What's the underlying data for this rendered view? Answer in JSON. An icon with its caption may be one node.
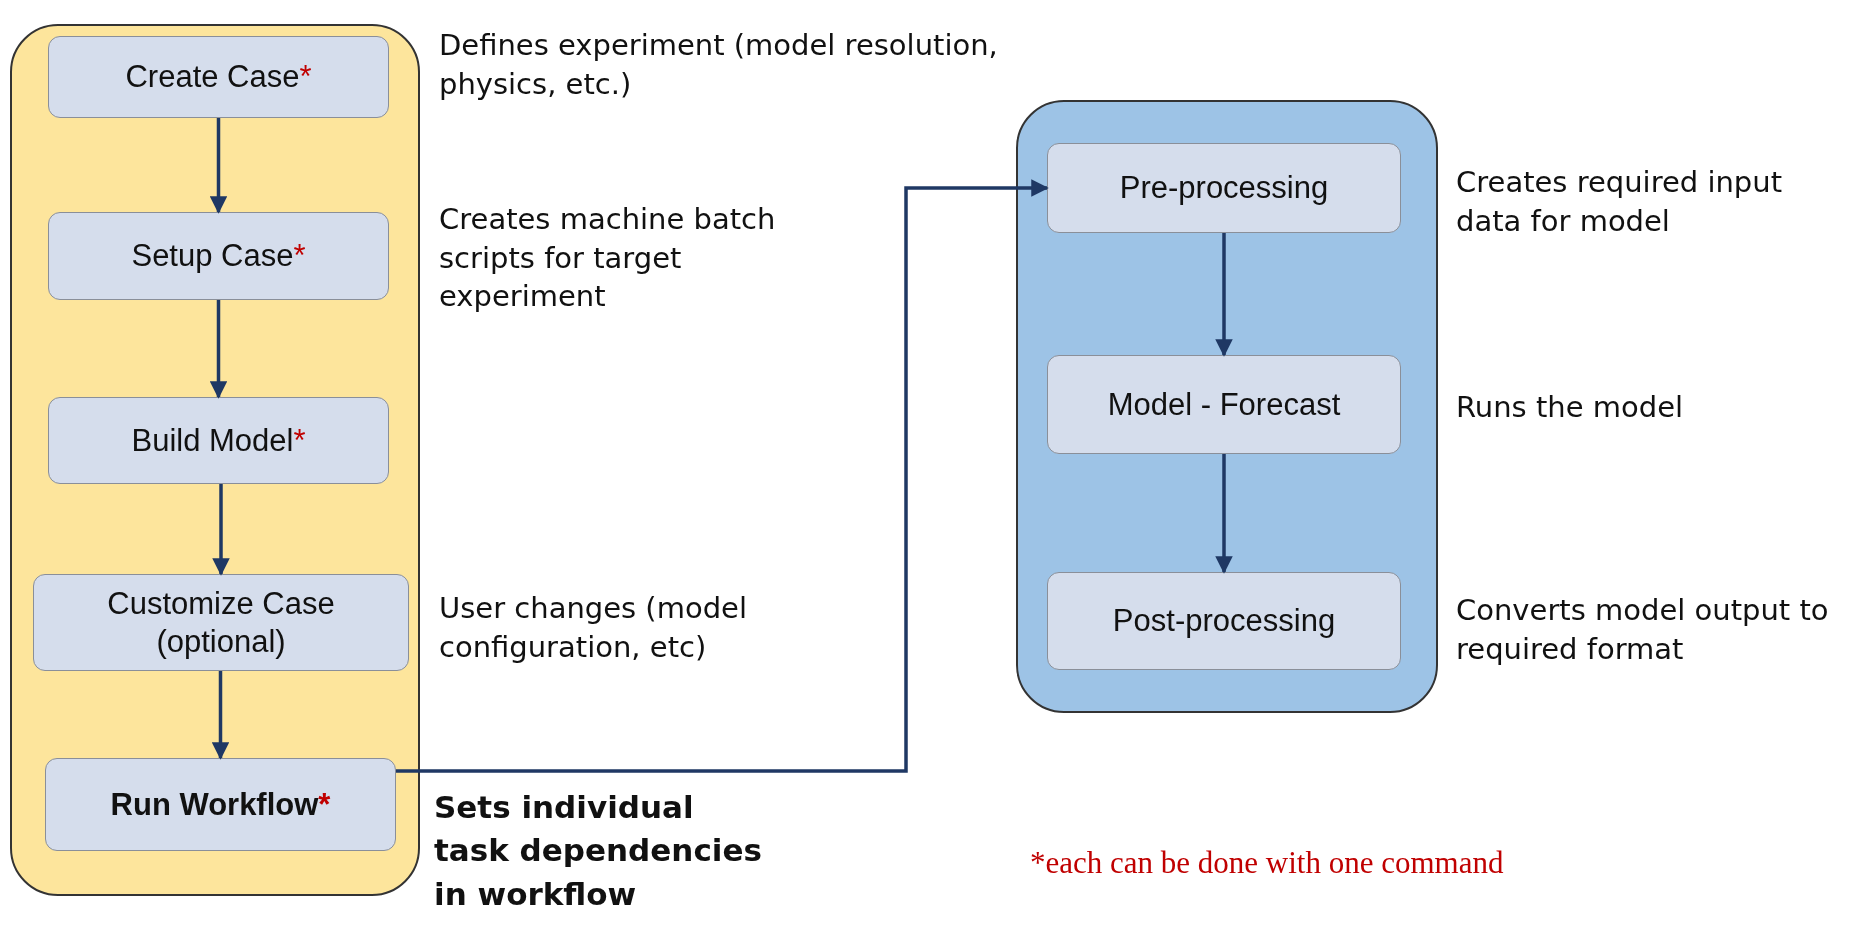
{
  "diagram": {
    "nodes": [
      {
        "text": [],
        "shape": "box"
      },
      {
        "text": [
          "Create Case",
          "*"
        ],
        "in": 0,
        "beside": [
          "Defines experiment (model resolution, physics, etc.)"
        ]
      },
      {
        "text": [
          "Setup Case",
          "*"
        ],
        "in": 0,
        "beside": [
          "Creates machine batch scripts for target experiment"
        ]
      },
      {
        "text": [
          "Build Model",
          "*"
        ],
        "in": 0
      },
      {
        "text": [
          "Customize Case (optional)"
        ],
        "in": 0,
        "beside": [
          "User changes (model configuration, etc)"
        ]
      },
      {
        "text": [
          "Run Workflow",
          "*"
        ],
        "in": 0,
        "beside": [
          "Sets individual task dependencies in workflow"
        ]
      },
      {
        "text": [],
        "shape": "box"
      },
      {
        "text": [
          "Pre-processing"
        ],
        "in": 6,
        "beside": [
          "Creates required input data for model"
        ]
      },
      {
        "text": [
          "Model - Forecast"
        ],
        "in": 6,
        "beside": [
          "Runs the model"
        ]
      },
      {
        "text": [
          "Post-processing"
        ],
        "in": 6,
        "beside": [
          "Converts model output to required format"
        ]
      }
    ],
    "edges": [
      {
        "from": 1,
        "to": 2,
        "arrow": "to"
      },
      {
        "from": 2,
        "to": 3,
        "arrow": "to"
      },
      {
        "from": 3,
        "to": 4,
        "arrow": "to"
      },
      {
        "from": 4,
        "to": 5,
        "arrow": "to"
      },
      {
        "from": 5,
        "to": 7,
        "arrow": "to"
      },
      {
        "from": 7,
        "to": 8,
        "arrow": "to"
      },
      {
        "from": 8,
        "to": 9,
        "arrow": "to"
      }
    ],
    "labels": [
      "*each can be done with one command"
    ]
  }
}
